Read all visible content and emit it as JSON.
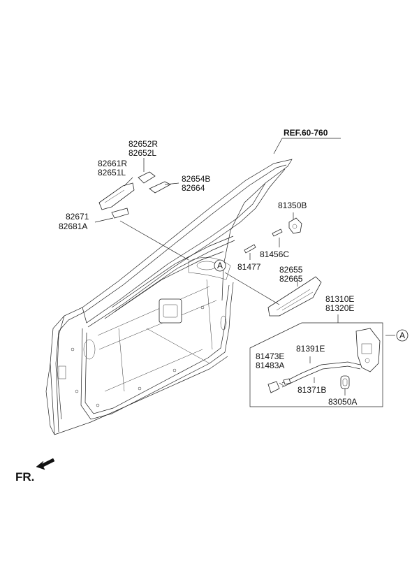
{
  "diagram": {
    "ref_label": "REF.60-760",
    "callout_letter": "A",
    "front_label": "FR.",
    "parts": [
      {
        "id": "p82652",
        "lines": [
          "82652R",
          "82652L"
        ]
      },
      {
        "id": "p82661",
        "lines": [
          "82661R",
          "82651L"
        ]
      },
      {
        "id": "p82654",
        "lines": [
          "82654B",
          "82664"
        ]
      },
      {
        "id": "p82671",
        "lines": [
          "82671",
          "82681A"
        ]
      },
      {
        "id": "p81350",
        "lines": [
          "81350B"
        ]
      },
      {
        "id": "p81456",
        "lines": [
          "81456C"
        ]
      },
      {
        "id": "p81477",
        "lines": [
          "81477"
        ]
      },
      {
        "id": "p82655",
        "lines": [
          "82655",
          "82665"
        ]
      },
      {
        "id": "p81310",
        "lines": [
          "81310E",
          "81320E"
        ]
      },
      {
        "id": "p81473",
        "lines": [
          "81473E",
          "81483A"
        ]
      },
      {
        "id": "p81391",
        "lines": [
          "81391E"
        ]
      },
      {
        "id": "p81371",
        "lines": [
          "81371B"
        ]
      },
      {
        "id": "p83050",
        "lines": [
          "83050A"
        ]
      }
    ]
  }
}
